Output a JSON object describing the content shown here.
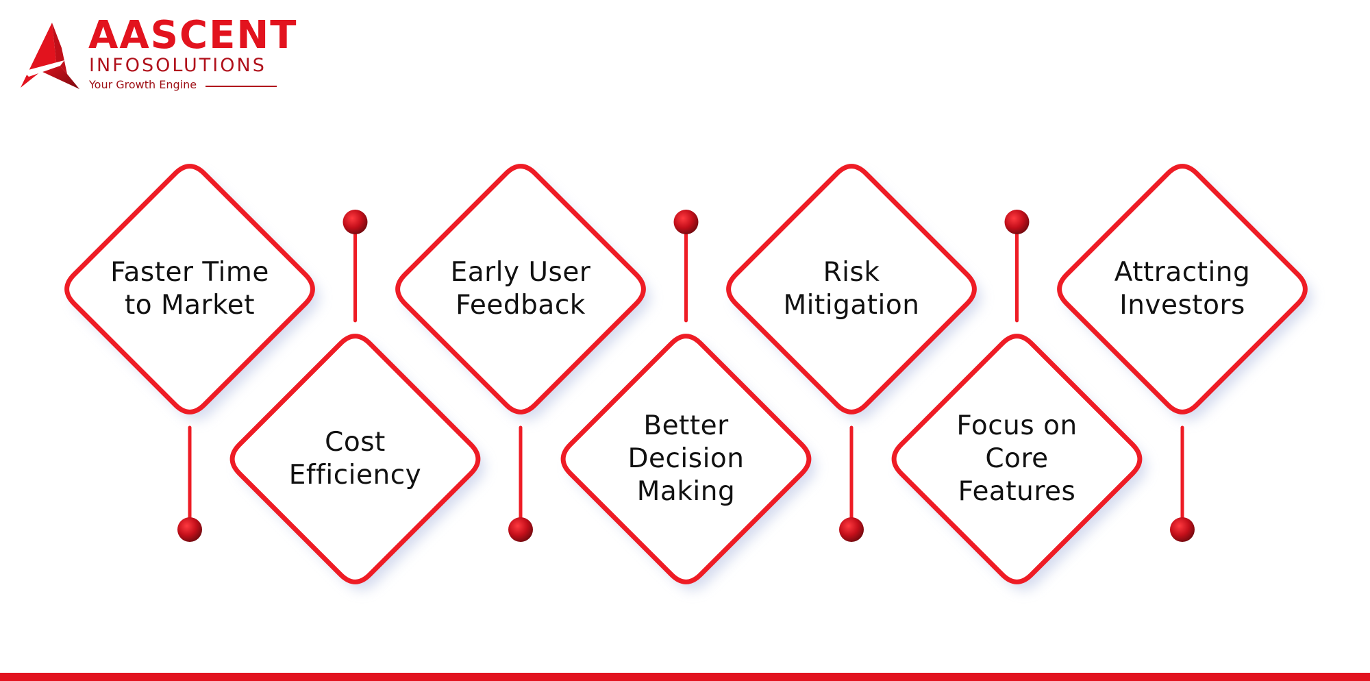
{
  "brand": {
    "name": "AASCENT",
    "subtitle": "INFOSOLUTIONS",
    "tagline": "Your Growth Engine",
    "primary_color": "#e2131e",
    "dark_color": "#9e1016"
  },
  "benefits": [
    {
      "label": "Faster Time to Market",
      "row": "top"
    },
    {
      "label": "Cost Efficiency",
      "row": "bottom"
    },
    {
      "label": "Early User Feedback",
      "row": "top"
    },
    {
      "label": "Better Decision Making",
      "row": "bottom"
    },
    {
      "label": "Risk Mitigation",
      "row": "top"
    },
    {
      "label": "Focus on Core Features",
      "row": "bottom"
    },
    {
      "label": "Attracting Investors",
      "row": "top"
    }
  ],
  "styles": {
    "outline_color": "#ee1c25",
    "dot_color": "#c40f1a",
    "shadow_color": "#c8d0ea"
  }
}
